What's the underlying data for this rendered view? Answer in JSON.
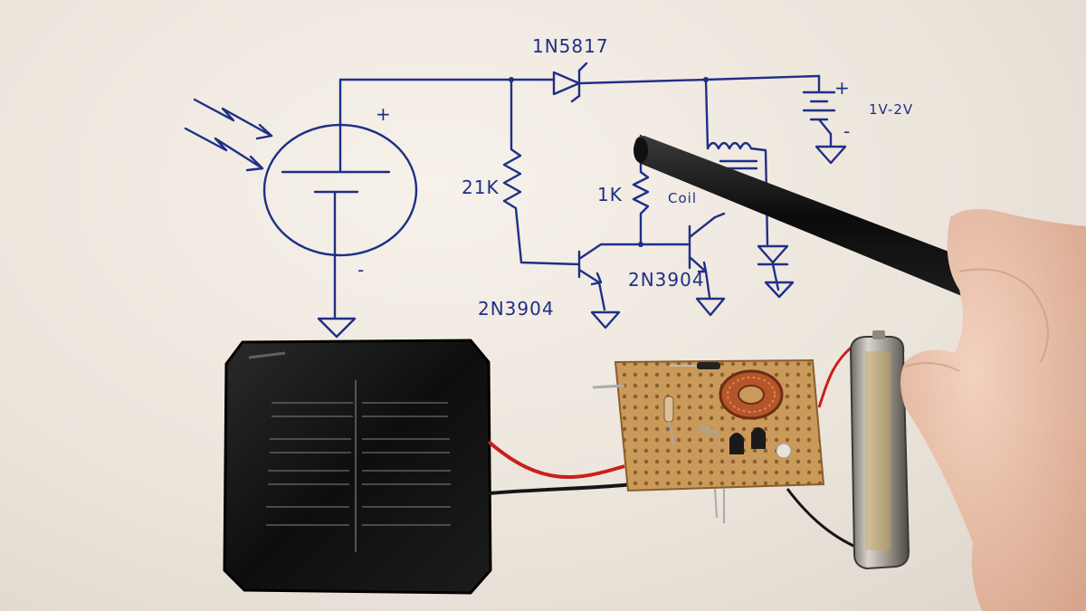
{
  "schematic": {
    "labels": {
      "diode": "1N5817",
      "resistor_1": "21K",
      "resistor_2": "1K",
      "transistor_1": "2N3904",
      "transistor_2": "2N3904",
      "battery_voltage": "1V-2V",
      "plus_cell": "+",
      "minus_cell": "-",
      "plus_battery": "+",
      "minus_battery": "-",
      "coil_note": "Coil"
    }
  },
  "colors": {
    "ink": "#1f2f86",
    "paper": "#efe9e2",
    "solar_panel": "#141414",
    "perfboard": "#c99a5a",
    "wire_red": "#c8201c",
    "wire_black": "#151515",
    "toroid_copper": "#b5552a",
    "battery_silver": "#b8b2a8",
    "skin": "#e9c2ac"
  }
}
